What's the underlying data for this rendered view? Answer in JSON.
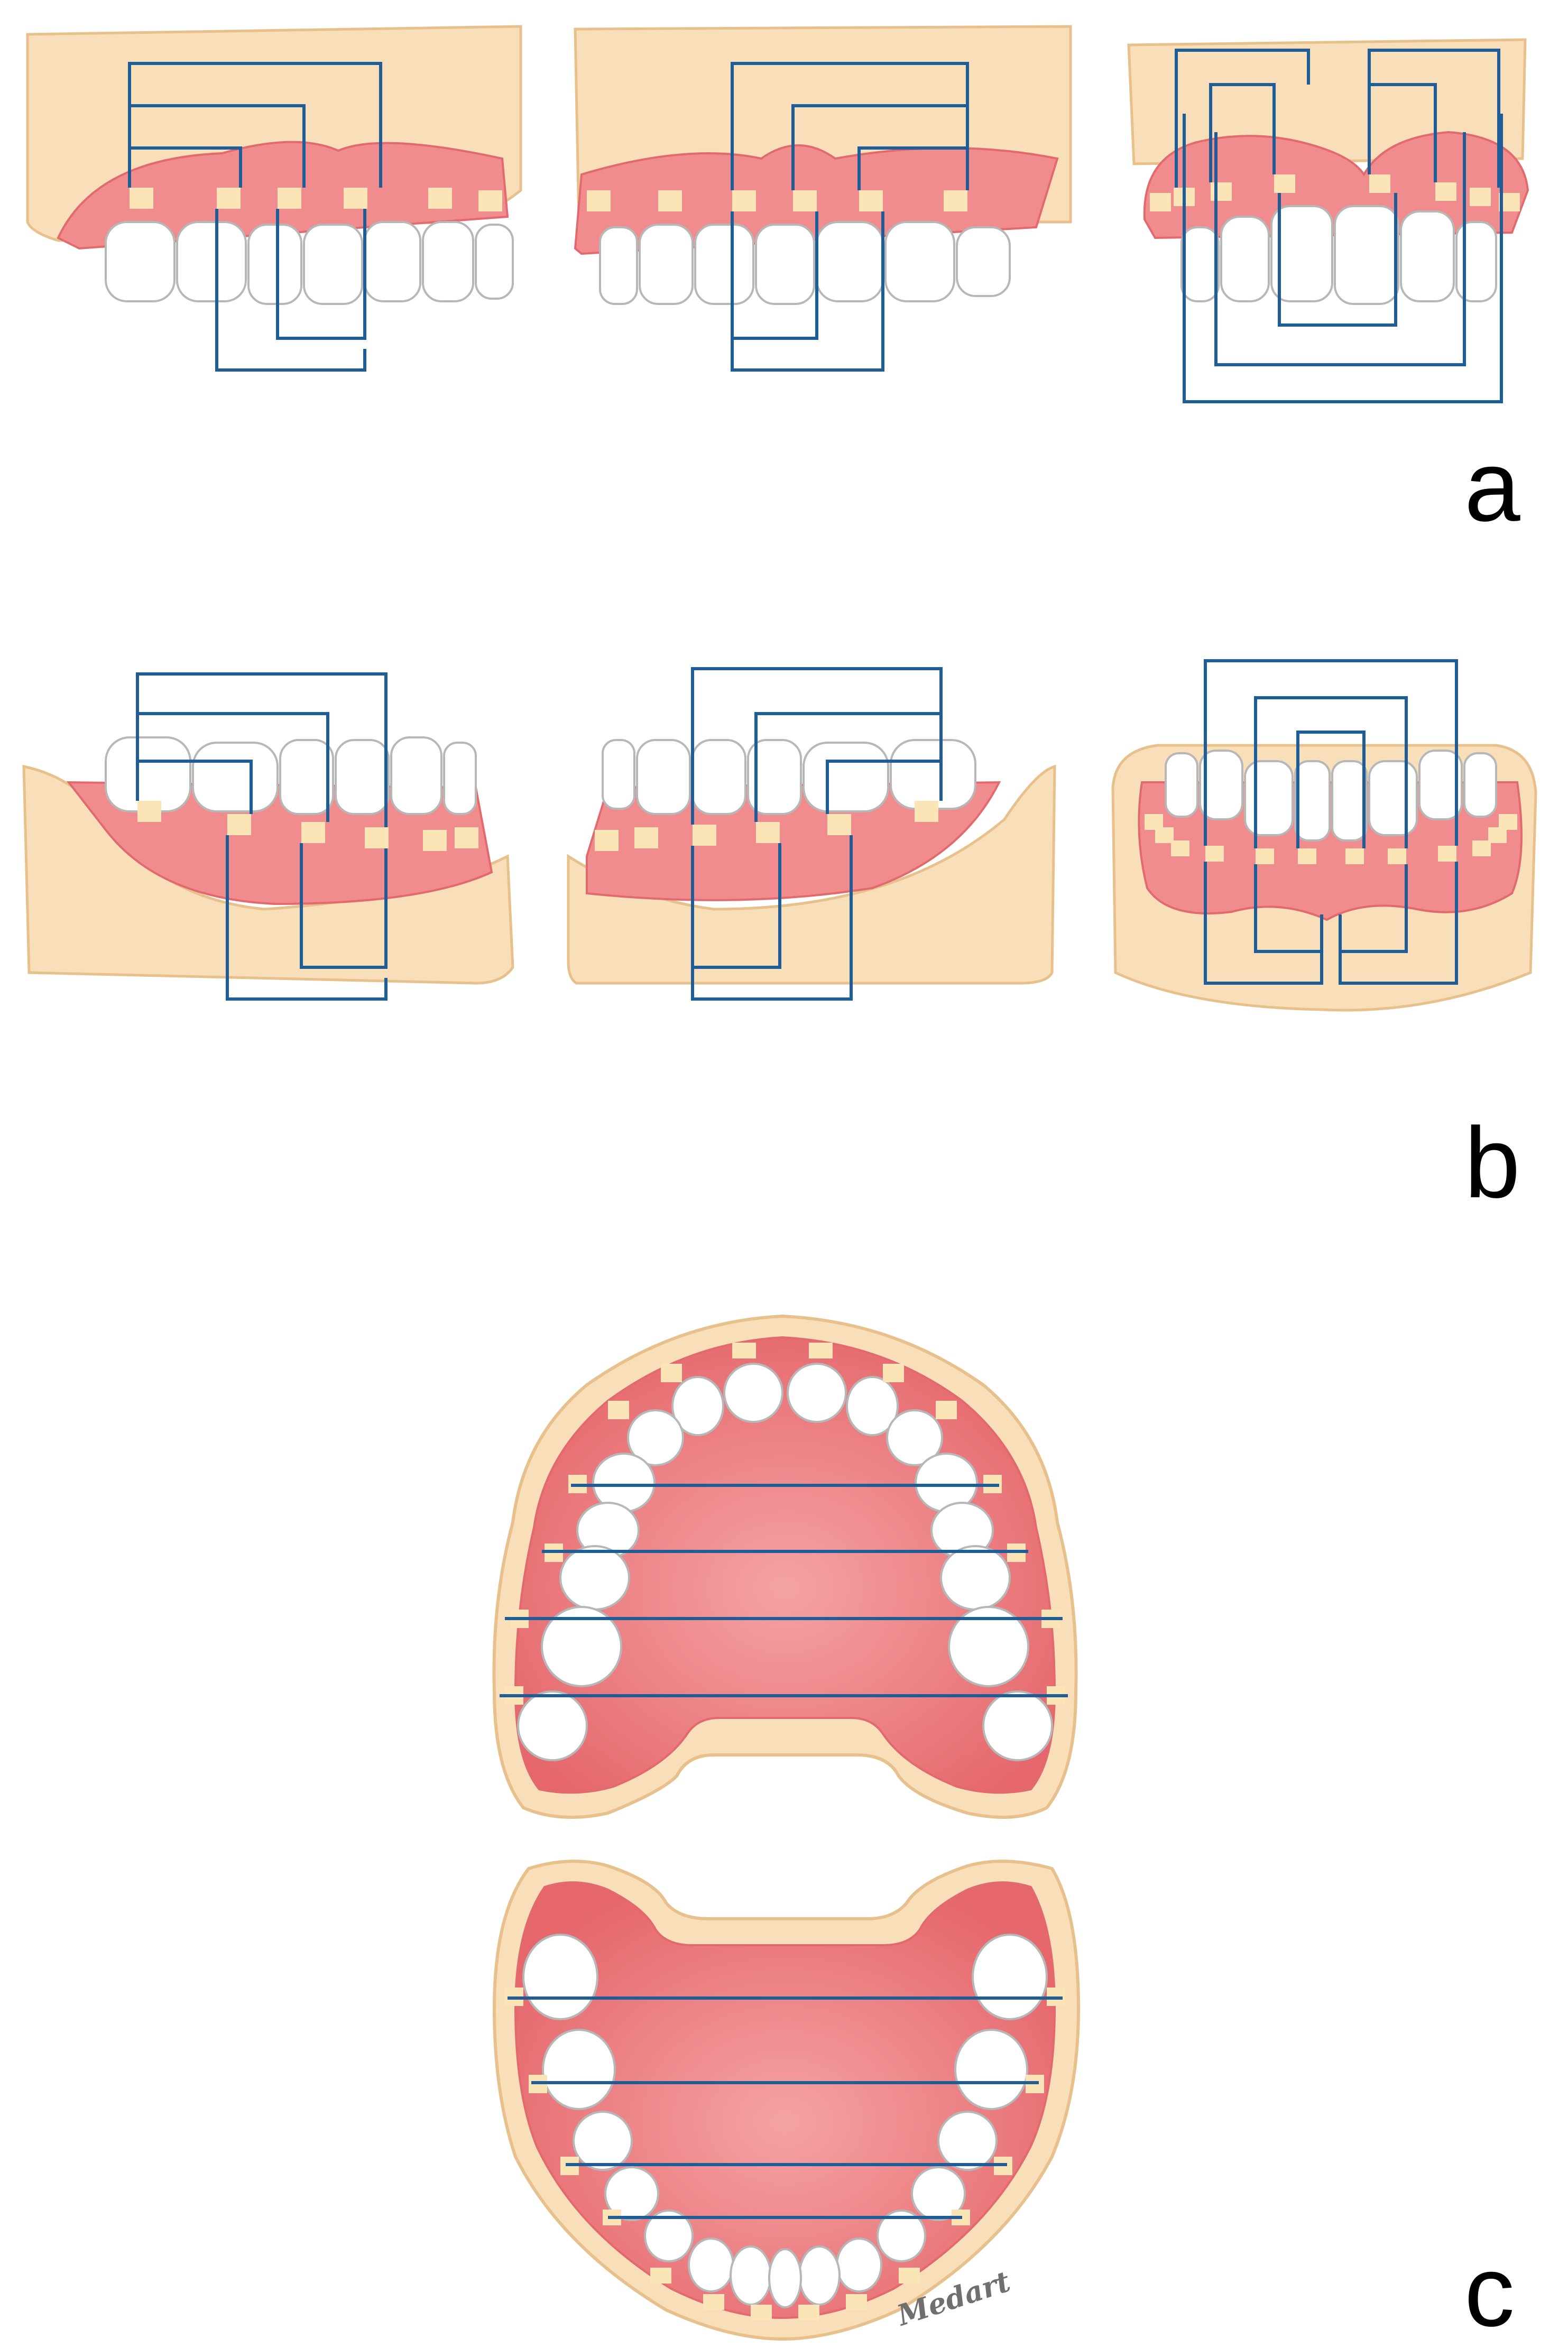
{
  "panels": [
    {
      "label": "a"
    },
    {
      "label": "b"
    },
    {
      "label": "c"
    }
  ],
  "signature": "Medart",
  "colors": {
    "base": "#f8dfb9",
    "base_edge": "#e7c08c",
    "gum": "#f08c8e",
    "gum_dark": "#e2696d",
    "tooth": "#ffffff",
    "tooth_edge": "#b7b7b7",
    "marker": "#fbe5b6",
    "wire": "#1f5d99"
  }
}
